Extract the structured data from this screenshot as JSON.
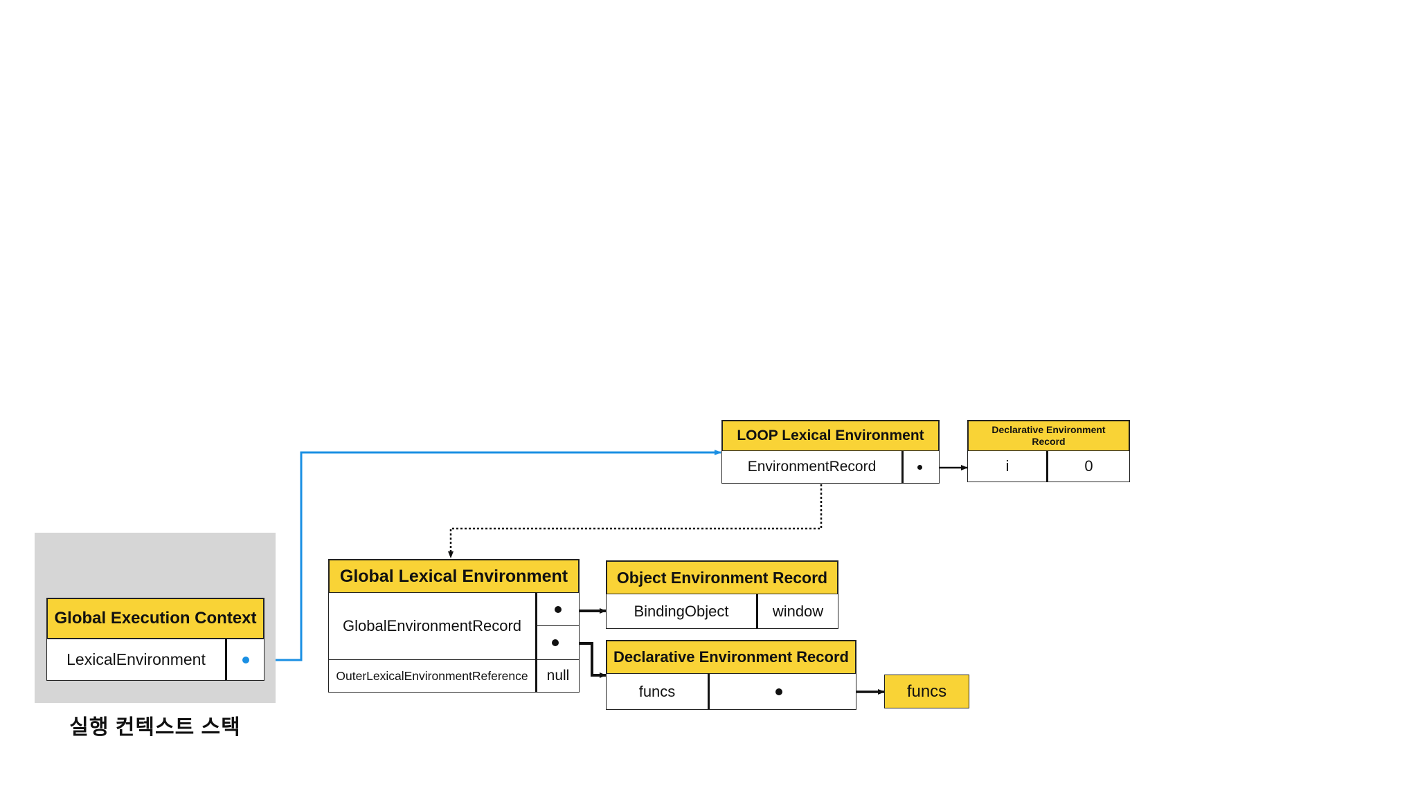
{
  "stack": {
    "caption": "실행 컨텍스트 스택",
    "gec": {
      "title": "Global Execution Context",
      "lexical_env": "LexicalEnvironment"
    }
  },
  "loop_env": {
    "title": "LOOP Lexical Environment",
    "record_label": "EnvironmentRecord"
  },
  "loop_decl_record": {
    "title": "Declarative Environment Record",
    "name": "i",
    "value": "0"
  },
  "global_env": {
    "title": "Global Lexical Environment",
    "record_label": "GlobalEnvironmentRecord",
    "outer_label": "OuterLexicalEnvironmentReference",
    "outer_value": "null"
  },
  "object_record": {
    "title": "Object Environment Record",
    "key": "BindingObject",
    "value": "window"
  },
  "decl_record": {
    "title": "Declarative Environment Record",
    "key": "funcs"
  },
  "funcs_box": {
    "label": "funcs"
  },
  "colors": {
    "header_yellow": "#f9d336",
    "stack_gray": "#d6d6d6",
    "blue_arrow": "#1a8fe3",
    "line": "#111111"
  }
}
